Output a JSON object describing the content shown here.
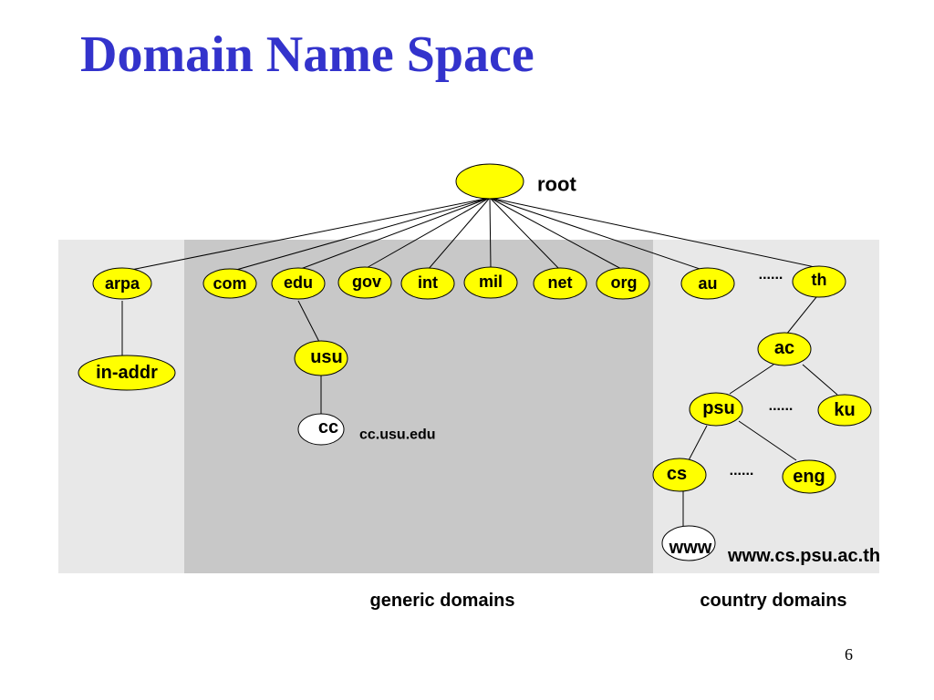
{
  "title": "Domain Name Space",
  "slide_number": "6",
  "colors": {
    "title": "#3333cc",
    "node_fill": "#ffff00",
    "leaf_fill": "#ffffff",
    "band_light": "#e8e8e8",
    "band_dark": "#c8c8c8"
  },
  "nodes": {
    "root": "",
    "arpa": "arpa",
    "in_addr": "in-addr",
    "com": "com",
    "edu": "edu",
    "gov": "gov",
    "int": "int",
    "mil": "mil",
    "net": "net",
    "org": "org",
    "au": "au",
    "th": "th",
    "usu": "usu",
    "cc": "cc",
    "ac": "ac",
    "psu": "psu",
    "ku": "ku",
    "cs": "cs",
    "eng": "eng",
    "www": "www"
  },
  "labels": {
    "root": "root",
    "cc_fqdn": "cc.usu.edu",
    "www_fqdn": "www.cs.psu.ac.th",
    "generic": "generic domains",
    "country": "country domains"
  },
  "ellipsis": "......"
}
